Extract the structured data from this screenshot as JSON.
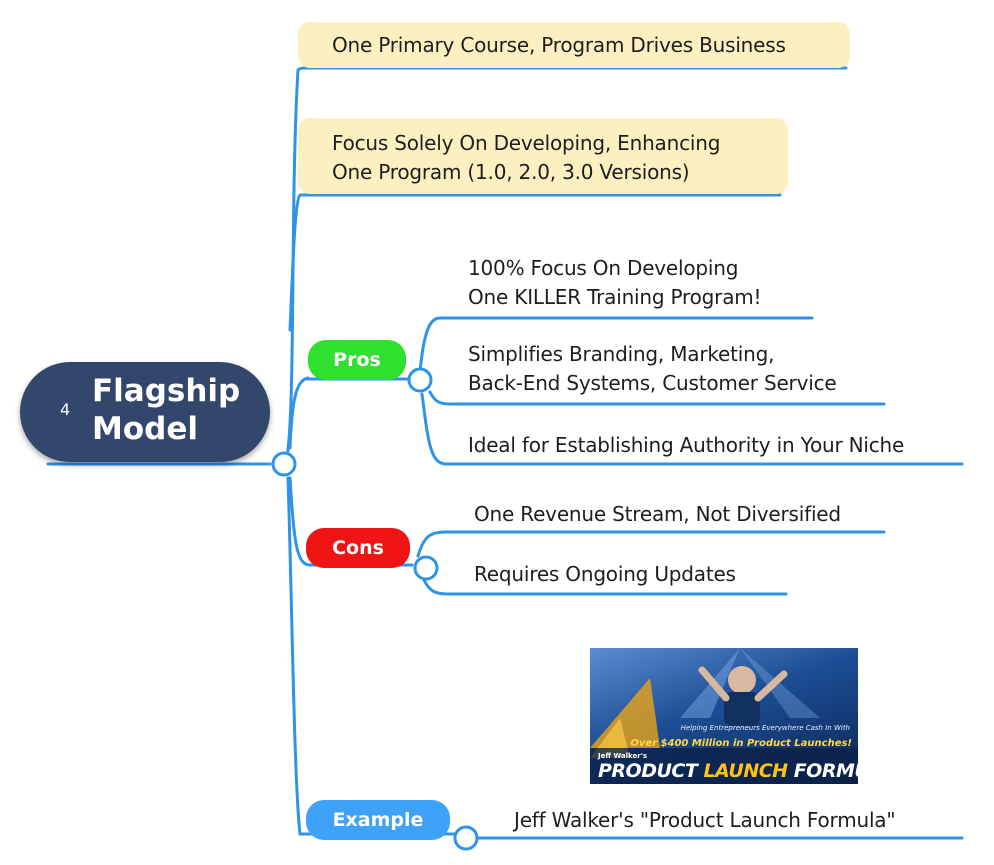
{
  "root": {
    "number": "4",
    "title": "Flagship\nModel"
  },
  "branches": [
    {
      "id": "primary",
      "text": "One Primary Course, Program Drives Business"
    },
    {
      "id": "focus",
      "lines": [
        "Focus Solely On Developing, Enhancing",
        "One Program (1.0, 2.0, 3.0 Versions)"
      ]
    }
  ],
  "pros": {
    "label": "Pros",
    "items": [
      {
        "lines": [
          "100% Focus On Developing",
          "One KILLER Training Program!"
        ]
      },
      {
        "lines": [
          "Simplifies Branding, Marketing,",
          "Back-End Systems, Customer Service"
        ]
      },
      {
        "lines": [
          "Ideal for Establishing Authority in Your Niche"
        ]
      }
    ]
  },
  "cons": {
    "label": "Cons",
    "items": [
      {
        "lines": [
          "One Revenue Stream, Not Diversified"
        ]
      },
      {
        "lines": [
          "Requires Ongoing Updates"
        ]
      }
    ]
  },
  "example": {
    "label": "Example",
    "text": "Jeff Walker's \"Product Launch Formula\"",
    "image": {
      "tagline_small": "Helping Entrepreneurs Everywhere Cash In With",
      "tagline": "Over $400 Million in Product Launches!",
      "author": "Jeff Walker's",
      "title_w1": "PRODUCT ",
      "title_w2": "LAUNCH ",
      "title_w3": "FORMULA"
    }
  },
  "colors": {
    "connector": "#2f93e8",
    "root_bg": "#33466b",
    "highlight_bg": "#fcefc0",
    "pros": "#2fe02f",
    "cons": "#f01414",
    "example": "#3ea3f8"
  }
}
